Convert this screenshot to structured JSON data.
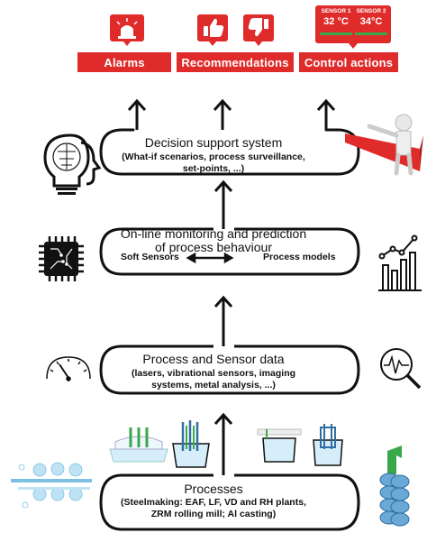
{
  "outputs": {
    "alarms": "Alarms",
    "recommendations": "Recommendations",
    "control_actions": "Control actions",
    "sensor1_label": "SENSOR 1",
    "sensor1_value": "32 °C",
    "sensor2_label": "SENSOR 2",
    "sensor2_value": "34°C"
  },
  "decision": {
    "title": "Decision support system",
    "line1": "(What-if scenarios, process surveillance,",
    "line2": "set-points, ...)"
  },
  "monitoring": {
    "title_line1": "On-line monitoring and prediction",
    "title_line2": "of process behaviour",
    "left": "Soft Sensors",
    "right": "Process models"
  },
  "data_stage": {
    "title": "Process and Sensor data",
    "line1": "(lasers, vibrational sensors, imaging",
    "line2": "systems, metal analysis, ...)"
  },
  "processes": {
    "title": "Processes",
    "line1": "(Steelmaking: EAF, LF, VD and RH plants,",
    "line2": "ZRM rolling mill; Al casting)"
  },
  "colors": {
    "accent_red": "#e02b2b",
    "ink": "#111111",
    "blue_light": "#bfe3f5",
    "green": "#3aa84a"
  }
}
